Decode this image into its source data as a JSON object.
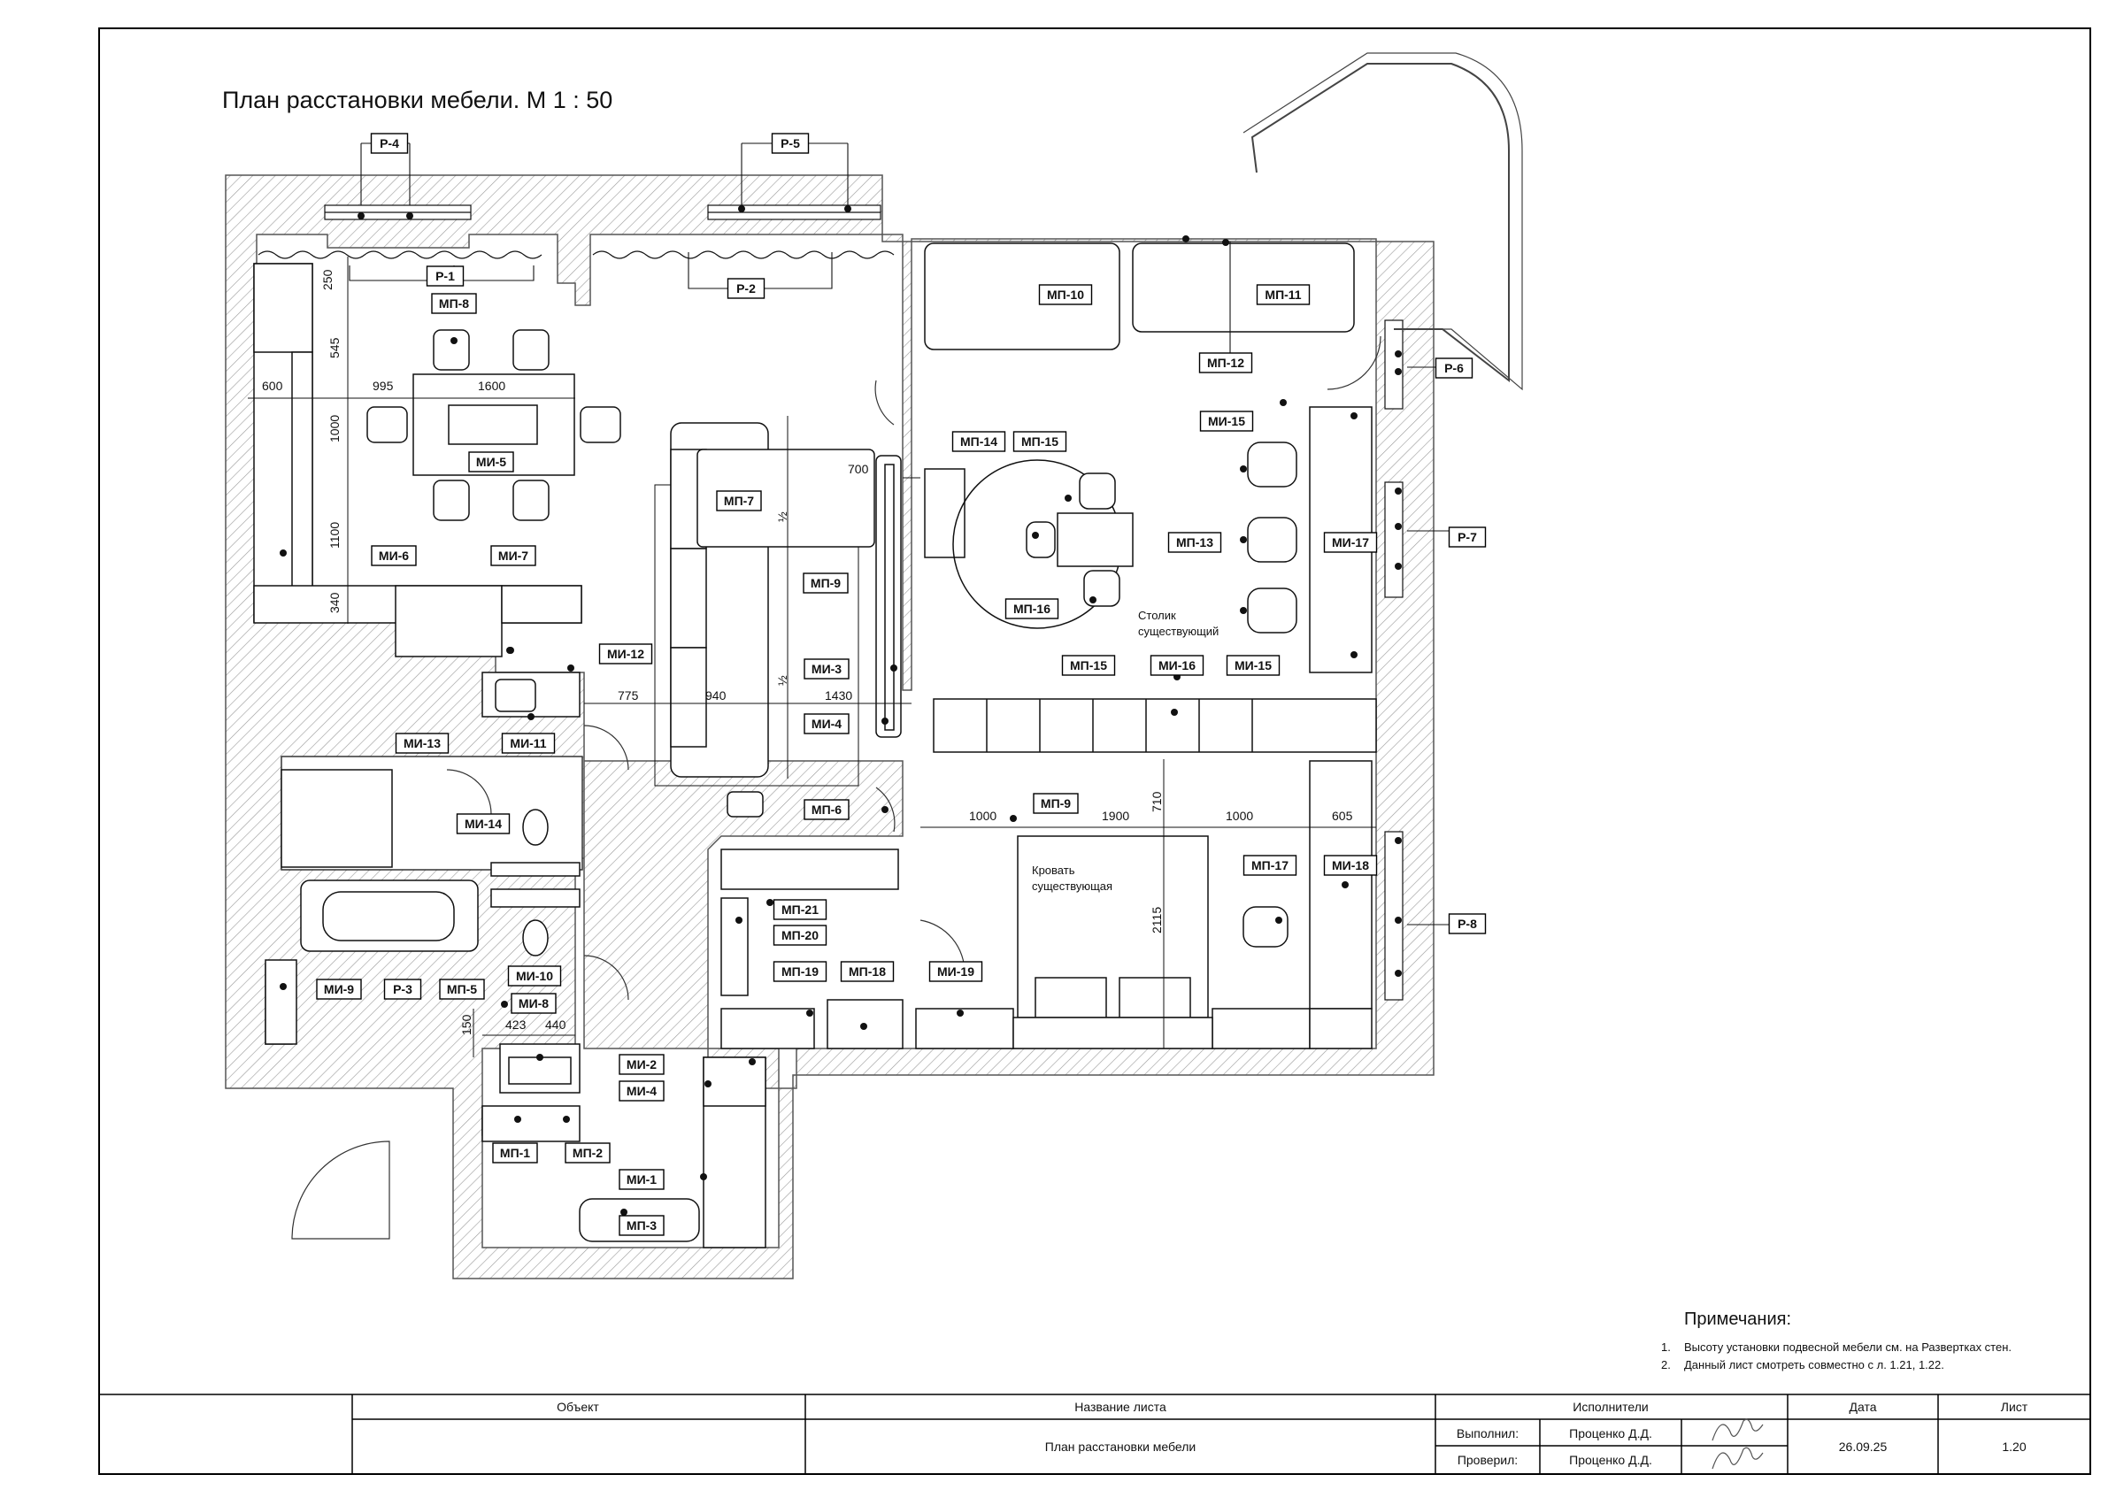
{
  "title": "План расстановки мебели. М 1 : 50",
  "labels": {
    "p1": "Р-1",
    "p2": "Р-2",
    "p3": "Р-3",
    "p4": "Р-4",
    "p5": "Р-5",
    "p6": "Р-6",
    "p7": "Р-7",
    "p8": "Р-8",
    "mp1": "МП-1",
    "mp2": "МП-2",
    "mp3": "МП-3",
    "mp5": "МП-5",
    "mp6": "МП-6",
    "mp7": "МП-7",
    "mp8": "МП-8",
    "mp9a": "МП-9",
    "mp9b": "МП-9",
    "mp10": "МП-10",
    "mp11": "МП-11",
    "mp12": "МП-12",
    "mp13": "МП-13",
    "mp14": "МП-14",
    "mp15a": "МП-15",
    "mp15b": "МП-15",
    "mp16": "МП-16",
    "mp17": "МП-17",
    "mp18": "МП-18",
    "mp19": "МП-19",
    "mp20": "МП-20",
    "mp21": "МП-21",
    "mi1": "МИ-1",
    "mi2": "МИ-2",
    "mi3": "МИ-3",
    "mi4a": "МИ-4",
    "mi4b": "МИ-4",
    "mi5": "МИ-5",
    "mi6": "МИ-6",
    "mi7": "МИ-7",
    "mi8": "МИ-8",
    "mi9": "МИ-9",
    "mi10": "МИ-10",
    "mi11": "МИ-11",
    "mi12": "МИ-12",
    "mi13": "МИ-13",
    "mi14": "МИ-14",
    "mi15a": "МИ-15",
    "mi15b": "МИ-15",
    "mi16": "МИ-16",
    "mi17": "МИ-17",
    "mi18": "МИ-18",
    "mi19": "МИ-19"
  },
  "dims": {
    "d250": "250",
    "d545": "545",
    "d600": "600",
    "d995": "995",
    "d1600": "1600",
    "d1000v": "1000",
    "d1100": "1100",
    "d340": "340",
    "d700": "700",
    "d775": "775",
    "d940": "940",
    "d1430": "1430",
    "dhalf1": "½",
    "dhalf2": "½",
    "d1000a": "1000",
    "d1900": "1900",
    "d1000b": "1000",
    "d605": "605",
    "d710": "710",
    "d2115": "2115",
    "d150": "150",
    "d423": "423",
    "d440": "440"
  },
  "annotations": {
    "table_1": "Столик",
    "table_2": "существующий",
    "bed_1": "Кровать",
    "bed_2": "существующая"
  },
  "notes": {
    "heading": "Примечания:",
    "items": [
      "Высоту установки подвесной мебели см. на Развертках стен.",
      "Данный лист смотреть совместно с л. 1.21, 1.22."
    ]
  },
  "title_block": {
    "h_object": "Объект",
    "h_sheet_name": "Название листа",
    "h_executors": "Исполнители",
    "h_date": "Дата",
    "h_sheet": "Лист",
    "sheet_name": "План расстановки мебели",
    "performed_label": "Выполнил:",
    "performed_name": "Проценко Д.Д.",
    "checked_label": "Проверил:",
    "checked_name": "Проценко Д.Д.",
    "date": "26.09.25",
    "sheet_no": "1.20"
  }
}
